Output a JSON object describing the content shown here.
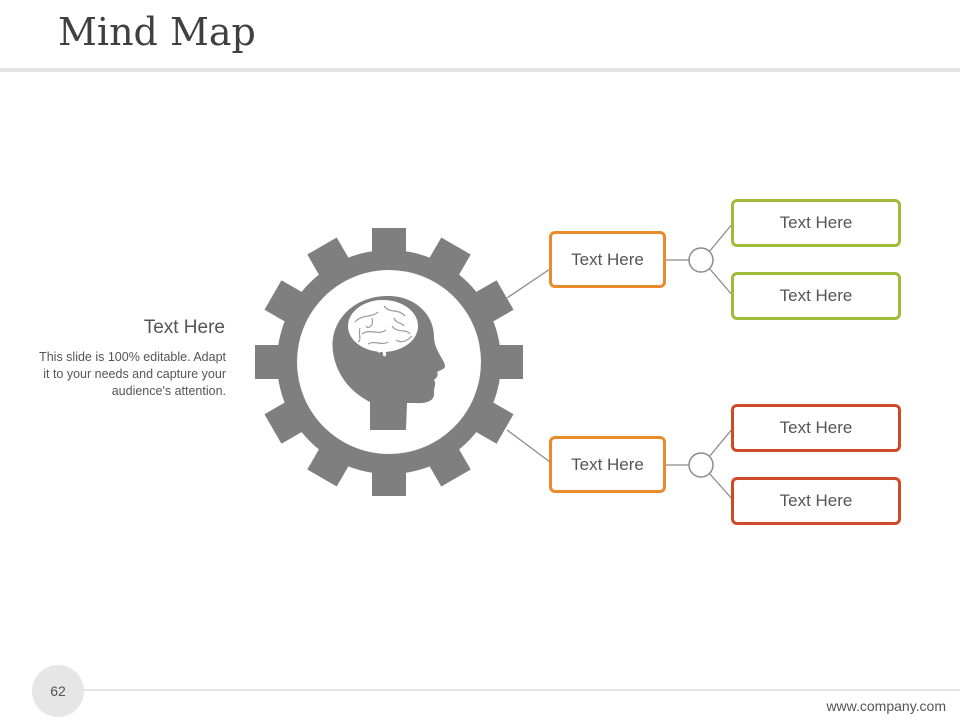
{
  "slide": {
    "title": "Mind Map",
    "page_number": "62",
    "footer_url": "www.company.com"
  },
  "side_text": {
    "heading": "Text Here",
    "body": "This slide is 100% editable. Adapt it to your needs and capture your audience's attention."
  },
  "central_icon": "gear-with-brain-head-icon",
  "branches": [
    {
      "label": "Text Here",
      "children": [
        "Text Here",
        "Text Here"
      ]
    },
    {
      "label": "Text Here",
      "children": [
        "Text Here",
        "Text Here"
      ]
    }
  ],
  "colors": {
    "gear": "#7f7f7f",
    "branch_border": "#e98b2a",
    "upper_leaf_border": "#9fbb39",
    "lower_leaf_border": "#cf4a2a",
    "connector": "#8c8c8c"
  }
}
